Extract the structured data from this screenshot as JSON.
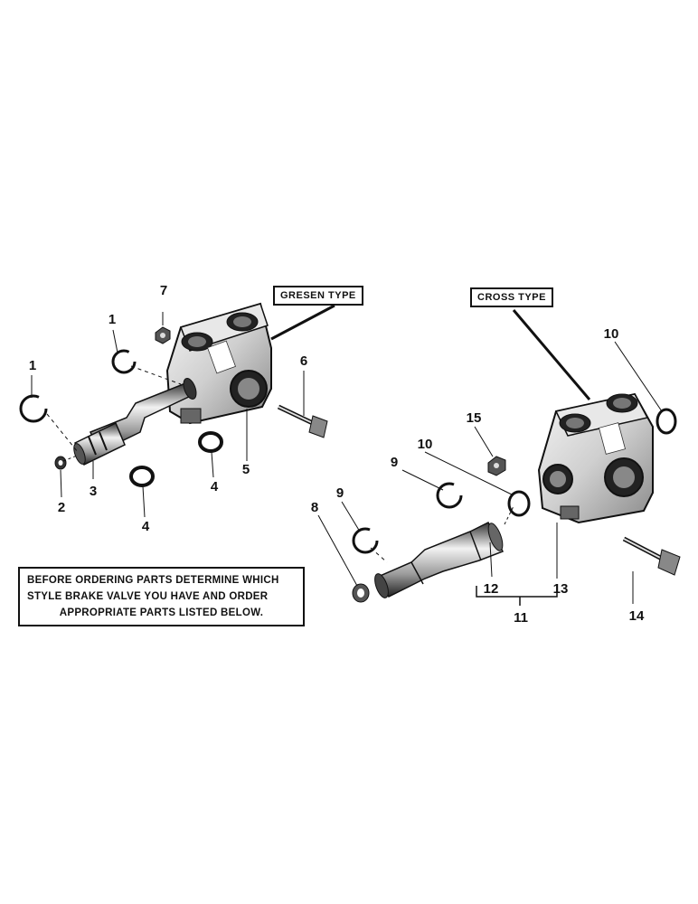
{
  "labels": {
    "gresen": "GRESEN TYPE",
    "cross": "CROSS TYPE"
  },
  "note": {
    "line1": "BEFORE ORDERING PARTS DETERMINE WHICH",
    "line2": "STYLE BRAKE VALVE YOU HAVE AND ORDER",
    "line3": "APPROPRIATE PARTS LISTED BELOW."
  },
  "callouts": {
    "c1a": "1",
    "c1b": "1",
    "c2": "2",
    "c3": "3",
    "c4a": "4",
    "c4b": "4",
    "c5": "5",
    "c6": "6",
    "c7": "7",
    "c8": "8",
    "c9a": "9",
    "c9b": "9",
    "c10a": "10",
    "c10b": "10",
    "c11": "11",
    "c12": "12",
    "c13": "13",
    "c14": "14",
    "c15": "15"
  }
}
